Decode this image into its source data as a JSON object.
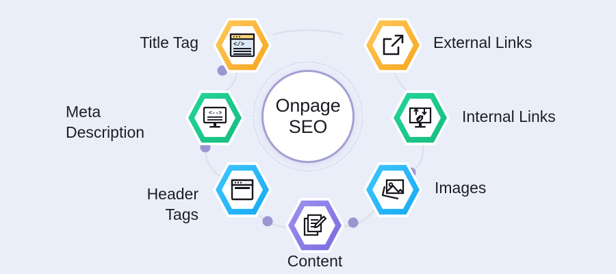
{
  "graphic": {
    "title": "Onpage SEO infographic",
    "background_color": "#eaeef9",
    "connector_color": "#dfe2ee",
    "dot_color": "#9b95d1",
    "dash_ring_color": "#c9c7e4"
  },
  "hub": {
    "line1": "Onpage",
    "line2": "SEO",
    "border_color": "#a49ed2",
    "fill_color": "#ffffff"
  },
  "nodes": [
    {
      "id": "title-tag",
      "label": "Title Tag",
      "icon": "code-browser-window-icon",
      "color": "#f8a51c",
      "color_light": "#ffc95d"
    },
    {
      "id": "external-links",
      "label": "External Links",
      "icon": "external-link-arrow-icon",
      "color": "#f8a51c",
      "color_light": "#ffc95d"
    },
    {
      "id": "meta-description",
      "label": "Meta\nDescription",
      "icon": "monitor-code-icon",
      "color": "#16bb7f",
      "color_light": "#25d69a"
    },
    {
      "id": "internal-links",
      "label": "Internal Links",
      "icon": "monitor-chain-link-icon",
      "color": "#16bb7f",
      "color_light": "#25d69a"
    },
    {
      "id": "header-tags",
      "label": "Header\nTags",
      "icon": "browser-header-bar-icon",
      "color": "#17a9f3",
      "color_light": "#3fc6ff"
    },
    {
      "id": "images",
      "label": "Images",
      "icon": "photo-image-icon",
      "color": "#17a9f3",
      "color_light": "#3fc6ff"
    },
    {
      "id": "content",
      "label": "Content",
      "icon": "document-pencil-icon",
      "color": "#7a6ae0",
      "color_light": "#9f93ef"
    }
  ]
}
